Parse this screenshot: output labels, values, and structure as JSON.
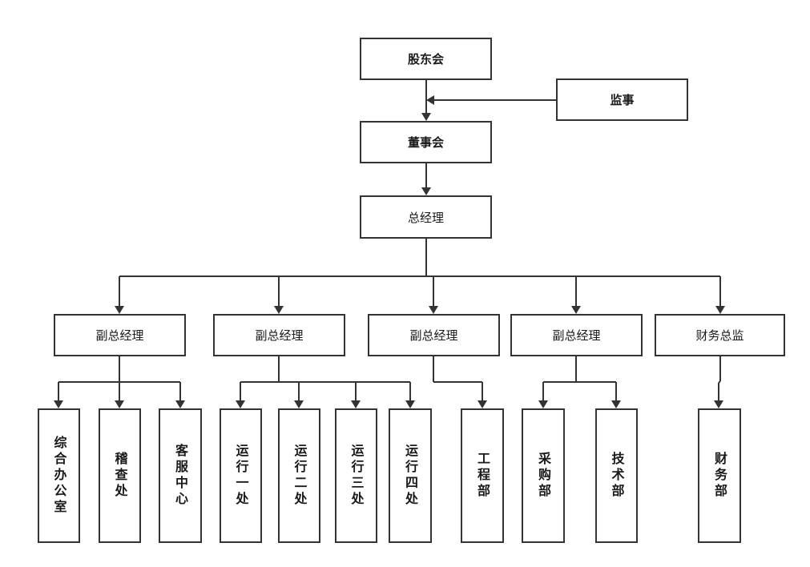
{
  "nodes": {
    "shareholders": "股东会",
    "supervisor": "监事",
    "board": "董事会",
    "gm": "总经理",
    "vp1": "副总经理",
    "vp2": "副总经理",
    "vp3": "副总经理",
    "vp4": "副总经理",
    "cfo": "财务总监",
    "admin_office": "综合办公室",
    "inspection": "稽查处",
    "customer_service": "客服中心",
    "ops1": "运行一处",
    "ops2": "运行二处",
    "ops3": "运行三处",
    "ops4": "运行四处",
    "engineering": "工程部",
    "procurement": "采购部",
    "technology": "技术部",
    "finance": "财务部"
  }
}
